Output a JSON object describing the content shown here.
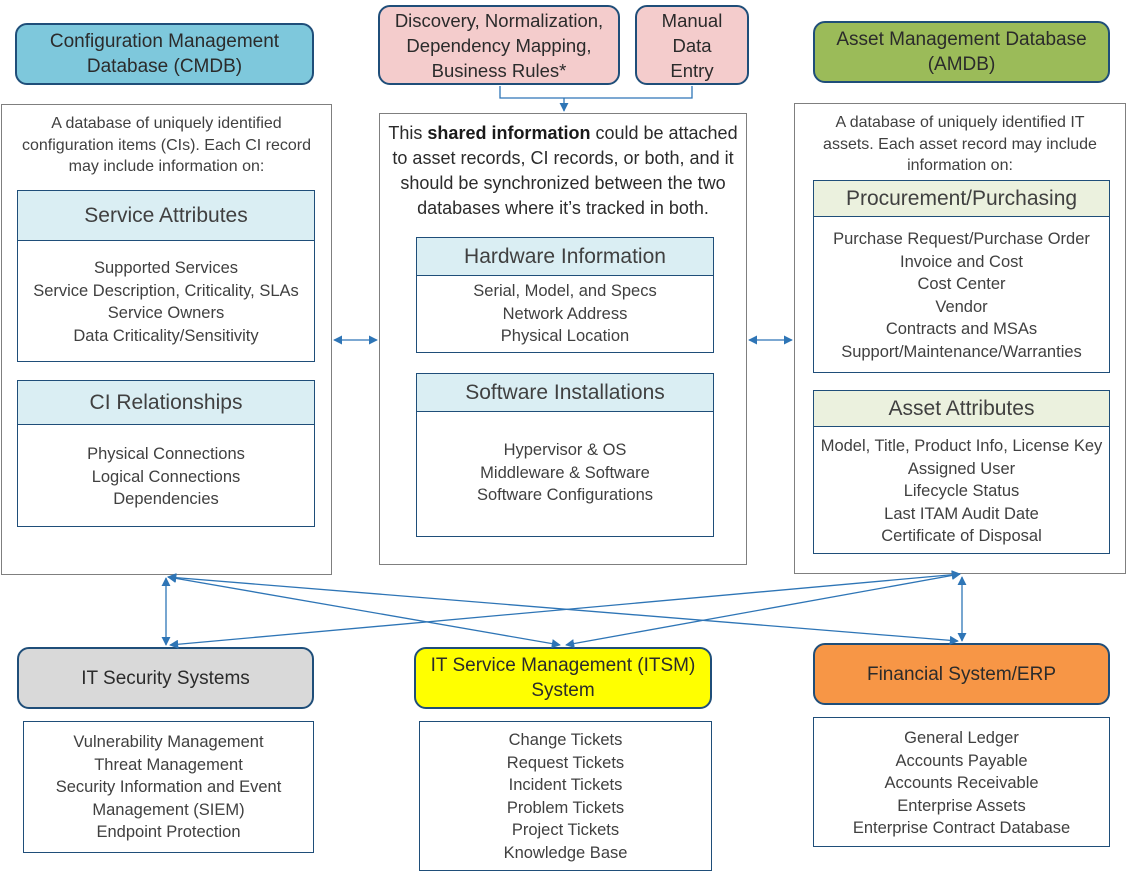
{
  "cmdb": {
    "title_lines": [
      "Configuration Management",
      "Database (CMDB)"
    ],
    "description_lines": [
      "A database of uniquely identified",
      "configuration items (CIs). Each CI record",
      "may include information on:"
    ],
    "service_attributes": {
      "title": "Service Attributes",
      "items": [
        "Supported Services",
        "Service Description, Criticality, SLAs",
        "Service Owners",
        "Data Criticality/Sensitivity"
      ]
    },
    "ci_relationships": {
      "title": "CI Relationships",
      "items": [
        "Physical Connections",
        "Logical Connections",
        "Dependencies"
      ]
    }
  },
  "sources": {
    "discovery_lines": [
      "Discovery, Normalization,",
      "Dependency Mapping,",
      "Business Rules*"
    ],
    "manual_lines": [
      "Manual",
      "Data",
      "Entry"
    ]
  },
  "shared": {
    "description_pre": "This ",
    "description_bold": "shared information",
    "description_lines": [
      "could be attached",
      "to asset records, CI records, or both, and it",
      "should be synchronized between the two",
      "databases where it’s tracked in both."
    ],
    "hardware": {
      "title": "Hardware Information",
      "items": [
        "Serial, Model, and Specs",
        "Network Address",
        "Physical Location"
      ]
    },
    "software": {
      "title": "Software Installations",
      "items": [
        "Hypervisor & OS",
        "Middleware & Software",
        "Software Configurations"
      ]
    }
  },
  "amdb": {
    "title_lines": [
      "Asset Management Database",
      "(AMDB)"
    ],
    "description_lines": [
      "A database of uniquely identified IT",
      "assets. Each asset record may include",
      "information on:"
    ],
    "procurement": {
      "title": "Procurement/Purchasing",
      "items": [
        "Purchase Request/Purchase Order",
        "Invoice and Cost",
        "Cost Center",
        "Vendor",
        "Contracts and MSAs",
        "Support/Maintenance/Warranties"
      ]
    },
    "asset_attributes": {
      "title": "Asset Attributes",
      "items": [
        "Model, Title, Product Info, License Key",
        "Assigned User",
        "Lifecycle Status",
        "Last ITAM Audit Date",
        "Certificate of Disposal"
      ]
    }
  },
  "security": {
    "title": "IT Security Systems",
    "items": [
      "Vulnerability Management",
      "Threat Management",
      "Security Information and Event",
      "Management (SIEM)",
      "Endpoint Protection"
    ]
  },
  "itsm": {
    "title_lines": [
      "IT Service Management (ITSM)",
      "System"
    ],
    "items": [
      "Change Tickets",
      "Request Tickets",
      "Incident Tickets",
      "Problem Tickets",
      "Project Tickets",
      "Knowledge Base"
    ]
  },
  "erp": {
    "title": "Financial System/ERP",
    "items": [
      "General Ledger",
      "Accounts Payable",
      "Accounts Receivable",
      "Enterprise Assets",
      "Enterprise Contract Database"
    ]
  },
  "colors": {
    "cmdb_fill": "#7ec8dc",
    "amdb_fill": "#9bbb59",
    "source_fill": "#f4cccc",
    "security_fill": "#d9d9d9",
    "itsm_fill": "#ffff00",
    "erp_fill": "#f79646",
    "section_header_blue": "#daeef3",
    "section_header_green": "#ebf1de",
    "border_blue": "#1f4e79",
    "arrow": "#2e75b6"
  }
}
